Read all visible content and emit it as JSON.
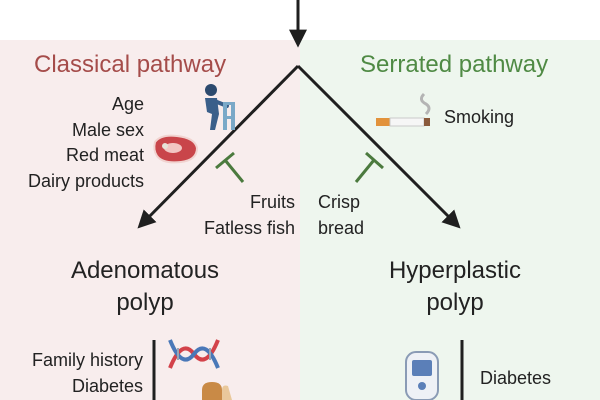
{
  "colors": {
    "left_bg": "#f8eded",
    "right_bg": "#eef6ee",
    "classical": "#a54c4a",
    "serrated": "#4f8a44",
    "arrow": "#1f1f1f",
    "inhibitor": "#4b7a3e"
  },
  "classical": {
    "title": "Classical pathway",
    "risk_factors": [
      "Age",
      "Male sex",
      "Red meat",
      "Dairy products"
    ],
    "protective": [
      "Fruits",
      "Fatless fish"
    ],
    "polyp": [
      "Adenomatous",
      "polyp"
    ],
    "next_risks": [
      "Family history",
      "Diabetes"
    ],
    "icons": [
      "elderly-walker-icon",
      "red-meat-icon",
      "dna-icon",
      "bread-icon"
    ]
  },
  "serrated": {
    "title": "Serrated pathway",
    "risk_factors": [
      "Smoking"
    ],
    "protective": [
      "Crisp",
      "bread"
    ],
    "polyp": [
      "Hyperplastic",
      "polyp"
    ],
    "next_risks": [
      "Diabetes"
    ],
    "icons": [
      "cigarette-icon",
      "glucose-meter-icon"
    ]
  }
}
